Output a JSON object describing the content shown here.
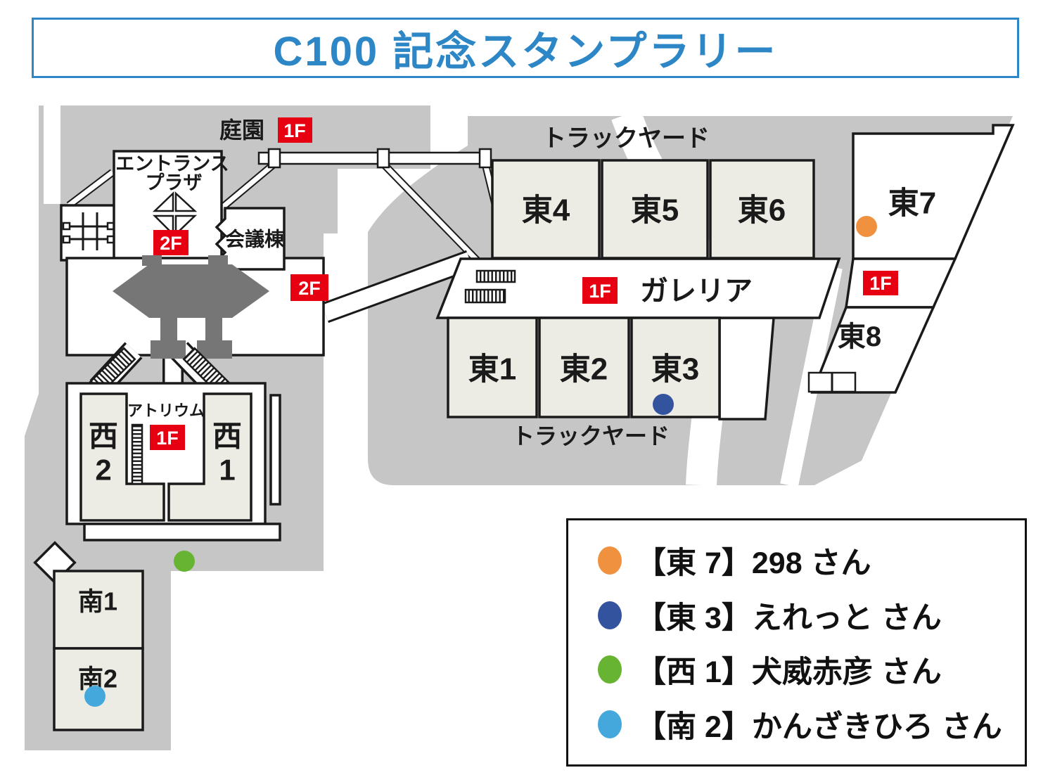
{
  "title": {
    "text": "C100 記念スタンプラリー"
  },
  "colors": {
    "title_blue": "#2d87c6",
    "badge_red": "#e60012",
    "ground_gray": "#c6c6c6",
    "hall_fill": "#ecece5",
    "tower_gray": "#767676",
    "line_black": "#1a1a1a",
    "dot_orange": "#f0913f",
    "dot_blue": "#33539f",
    "dot_green": "#67b432",
    "dot_lightblue": "#45a8dc"
  },
  "map": {
    "labels": {
      "garden": "庭園",
      "entrance1": "エントランス",
      "entrance2": "プラザ",
      "conference": "会議棟",
      "truckyard_top": "トラックヤード",
      "truckyard_bottom": "トラックヤード",
      "galleria": "ガレリア",
      "atrium": "アトリウム",
      "east1": "東1",
      "east2": "東2",
      "east3": "東3",
      "east4": "東4",
      "east5": "東5",
      "east6": "東6",
      "east7": "東7",
      "east8": "東8",
      "west_char": "西",
      "west1_num": "1",
      "west2_num": "2",
      "south1": "南1",
      "south2": "南2"
    },
    "badges": {
      "garden": "1F",
      "entrance": "2F",
      "plaza_east": "2F",
      "galleria": "1F",
      "atrium": "1F",
      "east_gate": "1F"
    }
  },
  "legend": {
    "entries": [
      {
        "color": "#f0913f",
        "label": "【東 7】298 さん"
      },
      {
        "color": "#33539f",
        "label": "【東 3】えれっと さん"
      },
      {
        "color": "#67b432",
        "label": "【西 1】犬威赤彦 さん"
      },
      {
        "color": "#45a8dc",
        "label": "【南 2】かんざきひろ さん"
      }
    ]
  }
}
